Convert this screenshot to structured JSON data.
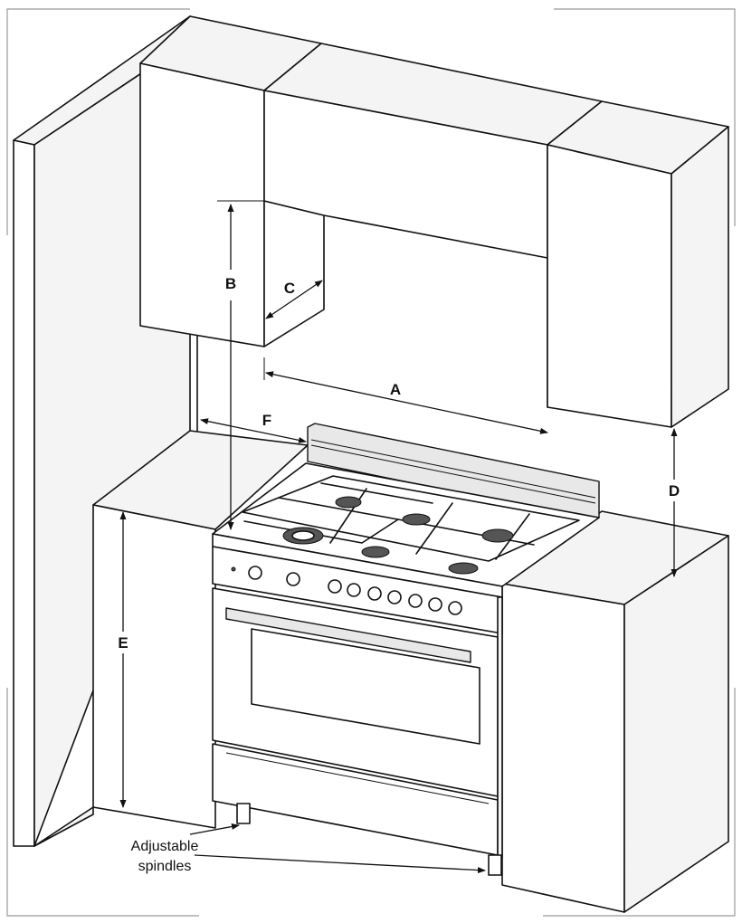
{
  "dimension_labels": {
    "a": "A",
    "b": "B",
    "c": "C",
    "d": "D",
    "e": "E",
    "f": "F"
  },
  "callout": {
    "line1": "Adjustable",
    "line2": "spindles"
  }
}
